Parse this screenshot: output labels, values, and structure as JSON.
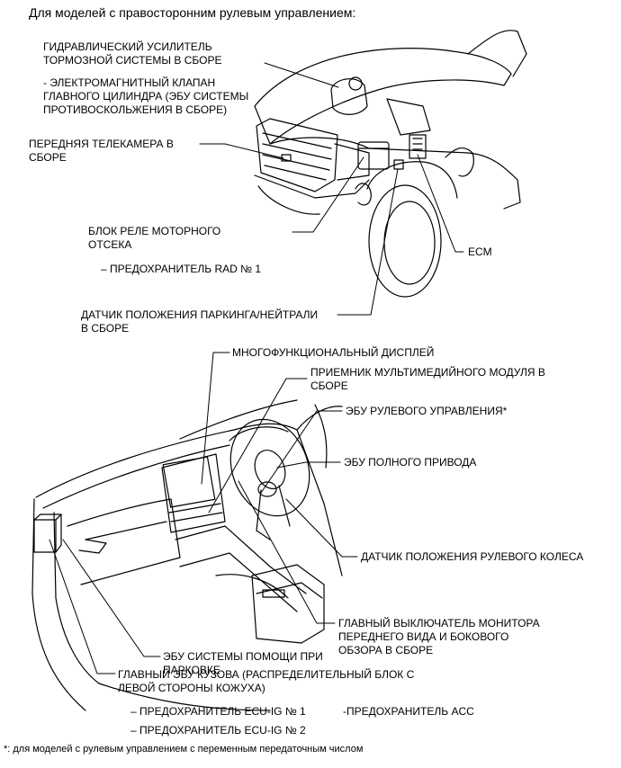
{
  "header": "Для моделей с правосторонним рулевым управлением:",
  "engine": {
    "brake_booster": "ГИДРАВЛИЧЕСКИЙ УСИЛИТЕЛЬ\nТОРМОЗНОЙ СИСТЕМЫ В СБОРЕ",
    "solenoid_valve": "- ЭЛЕКТРОМАГНИТНЫЙ КЛАПАН\nГЛАВНОГО ЦИЛИНДРА (ЭБУ СИСТЕМЫ\nПРОТИВОСКОЛЬЖЕНИЯ В СБОРЕ)",
    "front_camera": "ПЕРЕДНЯЯ ТЕЛЕКАМЕРА В\nСБОРЕ",
    "relay_block": "БЛОК РЕЛЕ МОТОРНОГО\nОТСЕКА",
    "fuse_rad": "– ПРЕДОХРАНИТЕЛЬ RAD № 1",
    "park_neutral": "ДАТЧИК ПОЛОЖЕНИЯ ПАРКИНГА/НЕЙТРАЛИ\nВ СБОРЕ",
    "ecm": "ECM"
  },
  "cabin": {
    "multi_display": "МНОГОФУНКЦИОНАЛЬНЫЙ ДИСПЛЕЙ",
    "multimedia_receiver": "ПРИЕМНИК МУЛЬТИМЕДИЙНОГО МОДУЛЯ В\nСБОРЕ",
    "steering_ecu": "ЭБУ РУЛЕВОГО УПРАВЛЕНИЯ*",
    "awd_ecu": "ЭБУ ПОЛНОГО ПРИВОДА",
    "steering_sensor": "ДАТЧИК ПОЛОЖЕНИЯ РУЛЕВОГО КОЛЕСА",
    "monitor_switch": "ГЛАВНЫЙ ВЫКЛЮЧАТЕЛЬ МОНИТОРА\nПЕРЕДНЕГО ВИДА И БОКОВОГО\nОБЗОРА В СБОРЕ",
    "parking_assist_ecu": "ЭБУ СИСТЕМЫ ПОМОЩИ ПРИ\nПАРКОВКЕ",
    "main_body_ecu": "ГЛАВНЫЙ ЭБУ КУЗОВА (РАСПРЕДЕЛИТЕЛЬНЫЙ БЛОК С\nЛЕВОЙ СТОРОНЫ КОЖУХА)",
    "fuse_ecu_ig1": "– ПРЕДОХРАНИТЕЛЬ ECU-IG № 1",
    "fuse_ecu_ig2": "– ПРЕДОХРАНИТЕЛЬ ECU-IG № 2",
    "fuse_acc": "-ПРЕДОХРАНИТЕЛЬ ACC"
  },
  "footnote": "*: для моделей с рулевым управлением с переменным передаточным числом"
}
